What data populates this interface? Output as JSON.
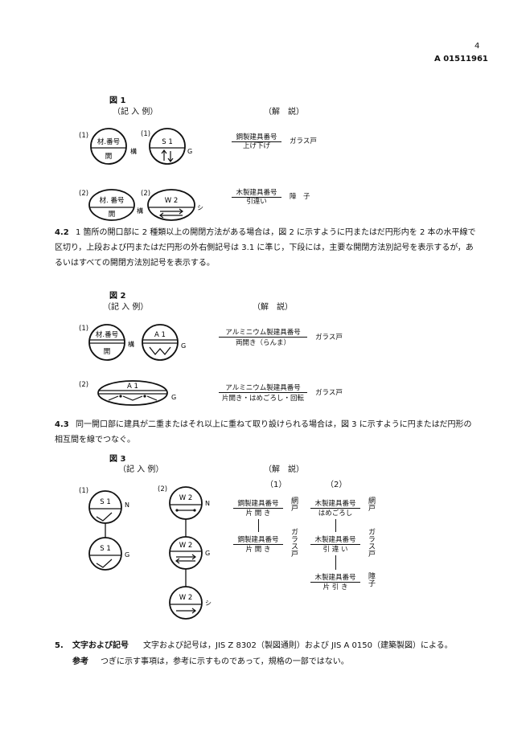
{
  "header": {
    "page_number": "4",
    "doc_id": "A 01511961"
  },
  "fig1": {
    "title": "図 1",
    "example_label": "（記 入 例）",
    "explain_label": "（解　説）",
    "item1_marker": "(1)",
    "item1b_marker": "(1)",
    "item2_marker": "(2)",
    "item2b_marker": "(2)",
    "c1_top": "材.番号",
    "c1_bottom": "開",
    "c1_side": "構",
    "c2_top": "S 1",
    "c2_side": "G",
    "c3_top": "材. 番号",
    "c3_bottom": "開",
    "c3_side": "構",
    "c4_top": "W 2",
    "c4_side": "シ",
    "exp1_top": "鋼製建具番号",
    "exp1_bottom": "上げ下げ",
    "exp1_side": "ガラス戸",
    "exp2_top": "木製建具番号",
    "exp2_bottom": "引違い",
    "exp2_side": "障　子"
  },
  "p42": {
    "num": "4.2",
    "text": "1 箇所の開口部に 2 種類以上の開閉方法がある場合は，図 2 に示すように円またはだ円形内を 2 本の水平線で区切り，上段および円またはだ円形の外右側記号は 3.1 に準じ，下段には，主要な開閉方法別記号を表示するが，あるいはすべての開閉方法別記号を表示する。"
  },
  "fig2": {
    "title": "図 2",
    "example_label": "（記 入 例）",
    "explain_label": "（解　説）",
    "item1_marker": "(1)",
    "item2_marker": "(2)",
    "c1_top": "材.番号",
    "c1_bottom": "開",
    "c1_side": "構",
    "c2_top": "A 1",
    "c2_side": "G",
    "c3_top": "A 1",
    "c3_side": "G",
    "exp1_top": "アルミニウム製建具番号",
    "exp1_bottom": "両開き（らんま）",
    "exp1_side": "ガラス戸",
    "exp2_top": "アルミニウム製建具番号",
    "exp2_bottom": "片開き・はめごろし・回転",
    "exp2_side": "ガラス戸"
  },
  "p43": {
    "num": "4.3",
    "text": "同一開口部に建具が二重またはそれ以上に重ねて取り設けられる場合は，図 3 に示すように円またはだ円形の相互間を線でつなぐ。"
  },
  "fig3": {
    "title": "図 3",
    "example_label": "（記 入 例）",
    "explain_label": "（解　説）",
    "col1_label": "（1）",
    "col2_label": "（2）",
    "item1_marker": "(1)",
    "item2_marker": "(2)",
    "a_top": "S 1",
    "a_side": "N",
    "b_top": "S 1",
    "b_side": "G",
    "c_top": "W 2",
    "c_side": "N",
    "d_top": "W 2",
    "d_side": "G",
    "e_top": "W 2",
    "e_side": "シ",
    "e1_top": "鋼製建具番号",
    "e1_bottom": "片 開 き",
    "e1_side": "網戸",
    "e2_top": "鋼製建具番号",
    "e2_bottom": "片 開 き",
    "e2_side": "ガラス戸",
    "f1_top": "木製建具番号",
    "f1_bottom": "はめごろし",
    "f1_side": "網戸",
    "f2_top": "木製建具番号",
    "f2_bottom": "引 違 い",
    "f2_side": "ガラス戸",
    "f3_top": "木製建具番号",
    "f3_bottom": "片 引 き",
    "f3_side": "障子"
  },
  "s5": {
    "num": "5.",
    "heading": "文字および記号",
    "text": "文字および記号は，JIS Z 8302（製図通則）および JIS A 0150（建築製図）による。",
    "ref_label": "参考",
    "ref_text": "つぎに示す事項は，参考に示すものであって，規格の一部ではない。"
  }
}
